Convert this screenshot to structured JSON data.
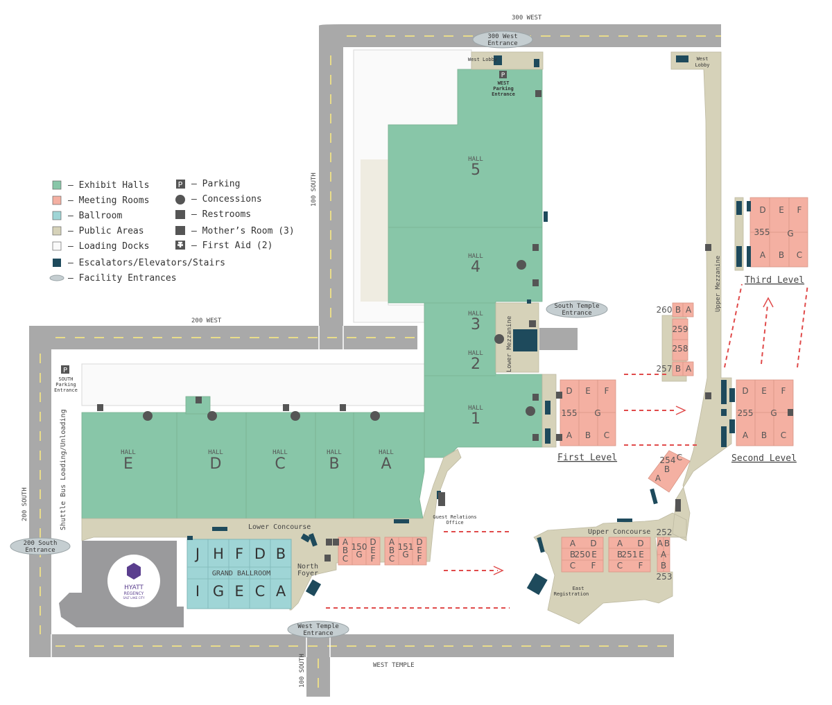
{
  "colors": {
    "exhibit": "#88c6a8",
    "meeting": "#f4b0a2",
    "ballroom": "#9fd5d6",
    "public": "#d6d2b9",
    "loading": "#fafafa",
    "stairs": "#1e4a5c",
    "entrance": "#c5ced1",
    "road": "#a9a9a9",
    "hyatt": "#9a9a9c"
  },
  "legend": {
    "exhibit": "– Exhibit Halls",
    "meeting": "– Meeting Rooms",
    "ballroom": "– Ballroom",
    "public": "– Public Areas",
    "loading": "– Loading Docks",
    "stairs": "– Escalators/Elevators/Stairs",
    "entrances": "– Facility Entrances",
    "parking": "– Parking",
    "concessions": "– Concessions",
    "restrooms": "– Restrooms",
    "mothers": "– Mother’s Room (3)",
    "firstaid": "– First Aid (2)"
  },
  "streets": {
    "north": "300 WEST",
    "middle": "200 WEST",
    "south": "WEST TEMPLE",
    "east_vertical": "100 SOUTH",
    "west_vertical": "200 SOUTH",
    "bottom_vertical": "100 SOUTH"
  },
  "entrances": {
    "west300": [
      "300 West",
      "Entrance"
    ],
    "southtemple": [
      "South Temple",
      "Entrance"
    ],
    "south200": [
      "200 South",
      "Entrance"
    ],
    "westtemple": [
      "West Temple",
      "Entrance"
    ]
  },
  "labels": {
    "west_lobby": "West Lobby",
    "west_lobby2": "West",
    "west_lobby3": "Lobby",
    "west_parking": [
      "WEST",
      "Parking",
      "Entrance"
    ],
    "south_parking": [
      "SOUTH",
      "Parking",
      "Entrance"
    ],
    "shuttle": "Shuttle Bus Loading/Unloading",
    "lower_concourse": "Lower Concourse",
    "lower_mezzanine": "Lower Mezzanine",
    "upper_mezzanine": "Upper Mezzanine",
    "upper_concourse": "Upper Concourse",
    "north_foyer": [
      "North",
      "Foyer"
    ],
    "guest_relations": [
      "Guest Relations",
      "Office"
    ],
    "east_registration": [
      "East",
      "Registration"
    ],
    "grand_ballroom": "GRAND BALLROOM",
    "hall_word": "HALL",
    "parking_p": "P",
    "hyatt": [
      "HYATT",
      "REGENCY",
      "SALT LAKE CITY"
    ]
  },
  "halls": [
    "5",
    "4",
    "3",
    "2",
    "1",
    "E",
    "D",
    "C",
    "B",
    "A"
  ],
  "ballroom_top": [
    "J",
    "H",
    "F",
    "D",
    "B"
  ],
  "ballroom_bottom": [
    "I",
    "G",
    "E",
    "C",
    "A"
  ],
  "levels": {
    "first": "First Level",
    "second": "Second Level",
    "third": "Third Level"
  },
  "rooms": {
    "r155": "155",
    "r255": "255",
    "r355": "355",
    "r150": "150",
    "r151": "151",
    "r250": "250",
    "r251": "251",
    "r252": "252",
    "r253": "253",
    "r254": "254",
    "r257": "257",
    "r258": "258",
    "r259": "259",
    "r260": "260",
    "letters": [
      "A",
      "B",
      "C",
      "D",
      "E",
      "F",
      "G"
    ]
  }
}
